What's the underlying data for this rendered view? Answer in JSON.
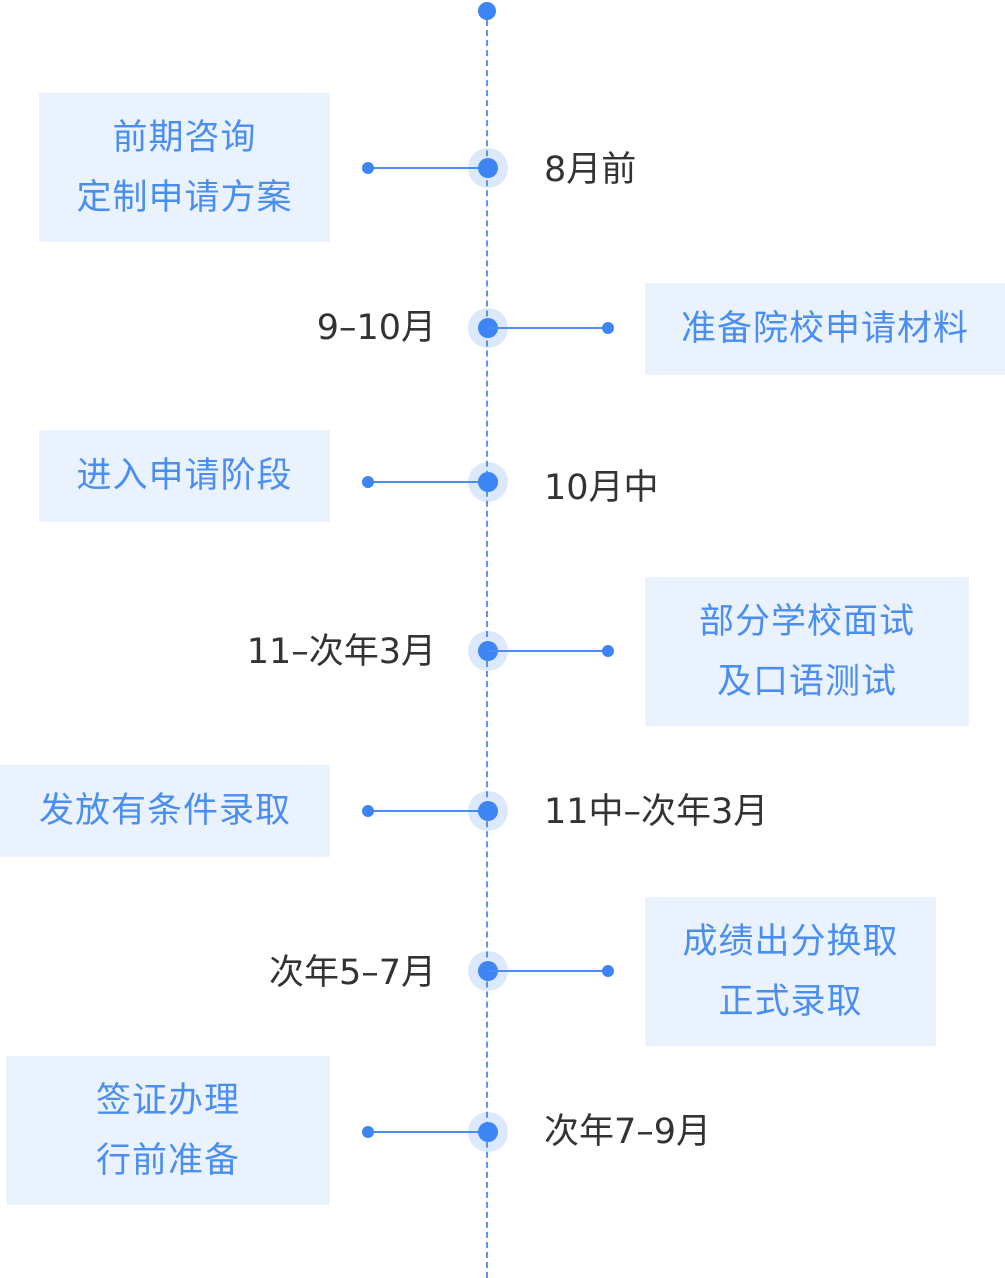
{
  "timeline": {
    "steps": [
      {
        "side": "left",
        "time": "8月前",
        "lines": [
          "前期咨询",
          "定制申请方案"
        ]
      },
      {
        "side": "right",
        "time": "9–10月",
        "lines": [
          "准备院校申请材料"
        ]
      },
      {
        "side": "left",
        "time": "10月中",
        "lines": [
          "进入申请阶段"
        ]
      },
      {
        "side": "right",
        "time": "11–次年3月",
        "lines": [
          "部分学校面试",
          "及口语测试"
        ]
      },
      {
        "side": "left",
        "time": "11中–次年3月",
        "lines": [
          "发放有条件录取"
        ]
      },
      {
        "side": "right",
        "time": "次年5–7月",
        "lines": [
          "成绩出分换取",
          "正式录取"
        ]
      },
      {
        "side": "left",
        "time": "次年7–9月",
        "lines": [
          "签证办理",
          "行前准备"
        ]
      }
    ]
  },
  "colors": {
    "accent": "#3d85f5",
    "box_bg": "#eaf2fd",
    "box_text": "#4a8ef2",
    "time_text": "#333333"
  }
}
